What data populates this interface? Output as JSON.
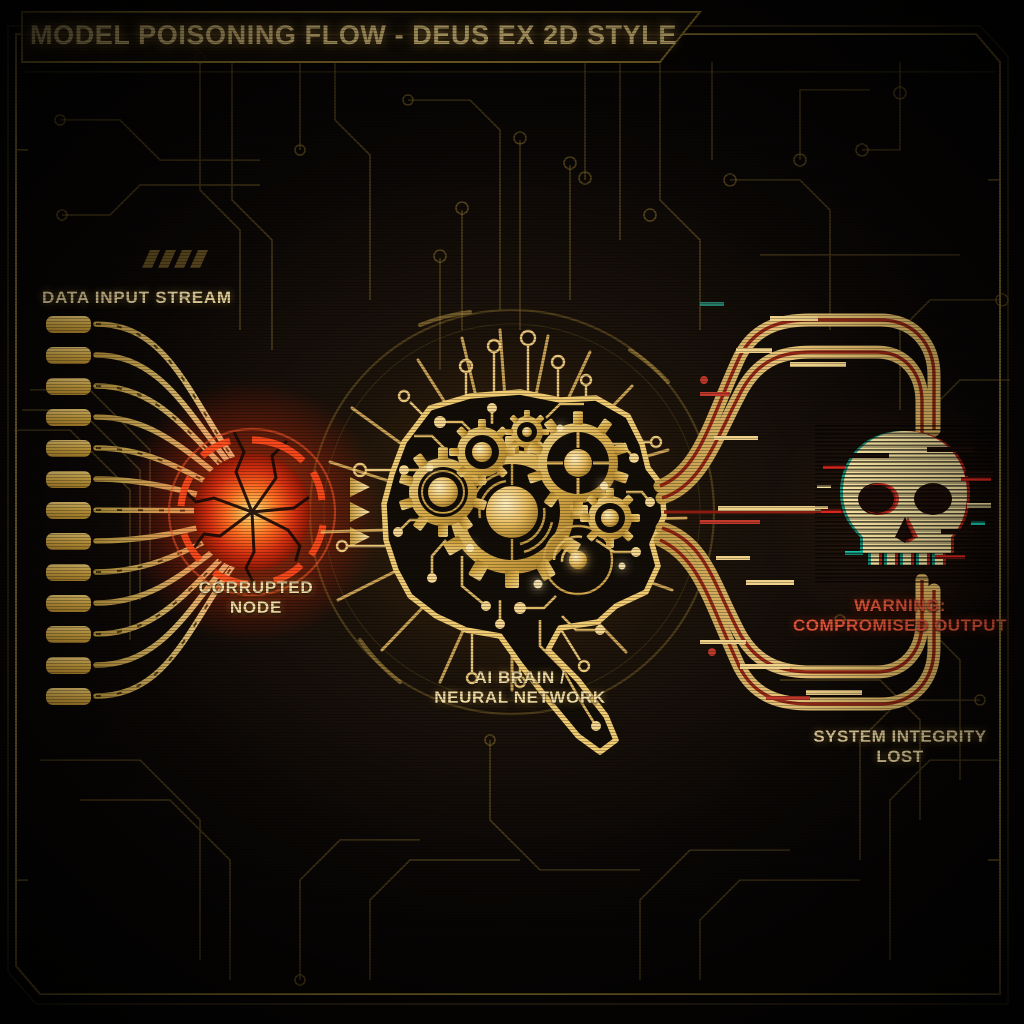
{
  "header": {
    "title": "MODEL POISONING FLOW - DEUS EX 2D STYLE"
  },
  "labels": {
    "data_input": "DATA INPUT STREAM",
    "corrupted_node": "CORRUPTED\nNODE",
    "ai_brain": "AI BRAIN /\nNEURAL NETWORK",
    "warning": "WARNING:\nCOMPROMISED OUTPUT",
    "system_integrity": "SYSTEM INTEGRITY\nLOST"
  },
  "diagram": {
    "stages": [
      {
        "id": "data-input-stream",
        "label": "DATA INPUT STREAM",
        "kind": "connector-bank",
        "pad_count": 13
      },
      {
        "id": "corrupted-node",
        "label": "CORRUPTED NODE",
        "kind": "cracked-orb"
      },
      {
        "id": "ai-brain",
        "label": "AI BRAIN / NEURAL NETWORK",
        "kind": "gear-brain"
      },
      {
        "id": "compromised-output",
        "label": "WARNING: COMPROMISED OUTPUT",
        "kind": "glitch-skull"
      }
    ],
    "flow_arrows": 3,
    "output_cables": 7
  },
  "colors": {
    "gold": "#e3b84b",
    "gold_light": "#f3d68a",
    "gold_dim": "#8d742c",
    "red_alert": "#e0563a",
    "node_core": "#ff6a28",
    "node_ring": "#ff4a1c",
    "background": "#0b0907",
    "glitch_red": "#d8281e",
    "glitch_cyan": "#19c8a8"
  }
}
